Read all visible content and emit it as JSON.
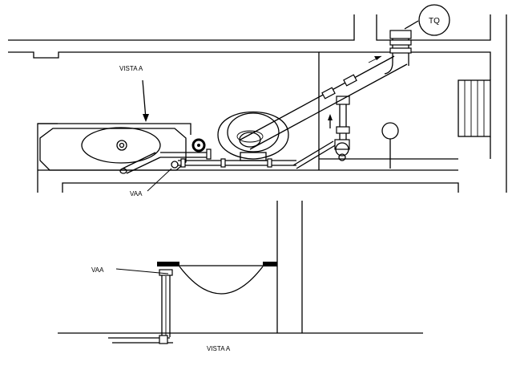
{
  "diagram": {
    "labels": {
      "vista_a_top": "VISTA  A",
      "tank_label": "TQ",
      "valve_top": "VAA",
      "valve_bottom": "VAA",
      "vista_a_bottom": "VISTA  A"
    }
  }
}
